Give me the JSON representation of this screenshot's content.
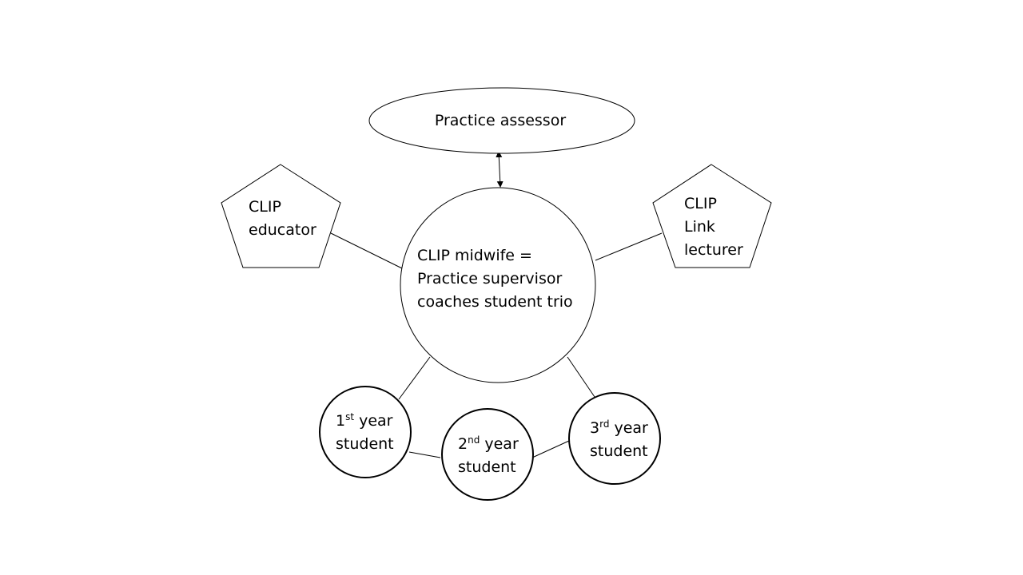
{
  "nodes": {
    "assessor": {
      "text": "Practice assessor"
    },
    "educator": {
      "line1": "CLIP",
      "line2": "educator"
    },
    "lecturer": {
      "line1": "CLIP",
      "line2": "Link",
      "line3": "lecturer"
    },
    "midwife": {
      "line1": "CLIP midwife =",
      "line2": "Practice supervisor",
      "line3": "coaches student trio"
    },
    "year1": {
      "num": "1",
      "sup": "st",
      "rest": " year",
      "line2": "student"
    },
    "year2": {
      "num": "2",
      "sup": "nd",
      "rest": " year",
      "line2": "student"
    },
    "year3": {
      "num": "3",
      "sup": "rd",
      "rest": " year",
      "line2": "student"
    }
  },
  "colors": {
    "stroke": "#000000",
    "background": "#ffffff"
  }
}
